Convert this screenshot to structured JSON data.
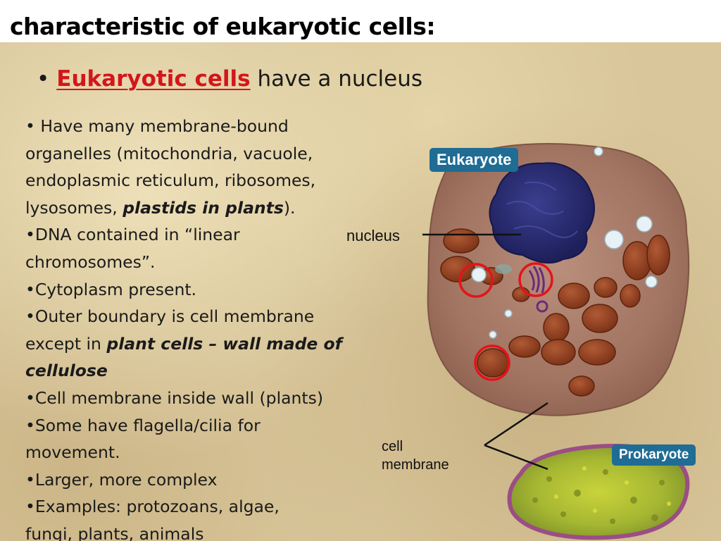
{
  "slide_title": "characteristic of eukaryotic cells:",
  "headline": {
    "bullet": "•",
    "highlight": "Eukaryotic cells",
    "rest": " have a nucleus"
  },
  "body": {
    "l1": "• Have many membrane-bound",
    "l2": "organelles (mitochondria, vacuole,",
    "l3": "endoplasmic reticulum, ribosomes,",
    "l4a": "lysosomes, ",
    "l4b": "plastids in plants",
    "l4c": ").",
    "l5": "•DNA contained in “linear",
    "l6": "chromosomes”.",
    "l7": "•Cytoplasm present.",
    "l8": "•Outer boundary is cell membrane",
    "l9a": "except in ",
    "l9b": "plant cells – wall made of",
    "l10": "cellulose",
    "l11": "•Cell membrane inside wall (plants)",
    "l12": "•Some have flagella/cilia for",
    "l13": "movement.",
    "l14": "•Larger, more complex",
    "l15": "•Examples: protozoans, algae,",
    "l16": "fungi, plants, animals"
  },
  "diagram": {
    "eukaryote_tag": "Eukaryote",
    "prokaryote_tag": "Prokaryote",
    "nucleus_label": "nucleus",
    "membrane_label_1": "cell",
    "membrane_label_2": "membrane",
    "colors": {
      "tag_bg": "#1f6c95",
      "highlight_red": "#d3161b",
      "circle_red": "#e3141b"
    }
  }
}
